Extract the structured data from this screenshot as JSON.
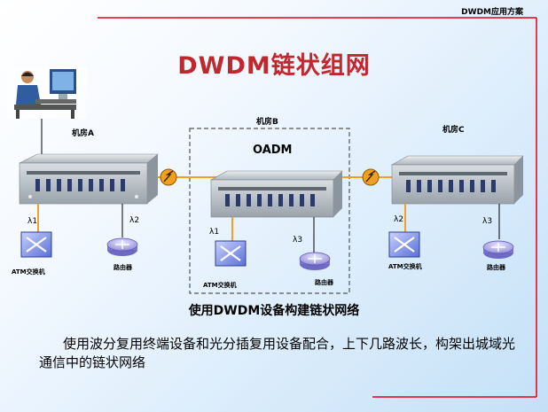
{
  "header": {
    "label": "DWDM应用方案"
  },
  "title": "DWDM链状组网",
  "rooms": {
    "a": {
      "label": "机房A",
      "lambdas": [
        "λ1",
        "λ2"
      ],
      "devices": [
        "ATM交换机",
        "路由器"
      ]
    },
    "b": {
      "label": "机房B",
      "oadm": "OADM",
      "lambdas": [
        "λ1",
        "λ3"
      ],
      "devices": [
        "ATM交换机",
        "路由器"
      ]
    },
    "c": {
      "label": "机房C",
      "lambdas": [
        "λ2",
        "λ3"
      ],
      "devices": [
        "ATM交换机",
        "路由器"
      ]
    }
  },
  "caption": "使用DWDM设备构建链状网络",
  "description": "使用波分复用终端设备和光分插复用设备配合，上下几路波长，构架出城域光通信中的链状网络",
  "colors": {
    "title": "#c0282d",
    "frame": "#e0001a",
    "link_orange": "#f5a020",
    "fiber_badge": "#f0a020"
  },
  "icons": [
    "computer-user-icon",
    "dwdm-terminal-icon",
    "oadm-device-icon",
    "atm-switch-icon",
    "router-icon",
    "fiber-link-icon"
  ]
}
